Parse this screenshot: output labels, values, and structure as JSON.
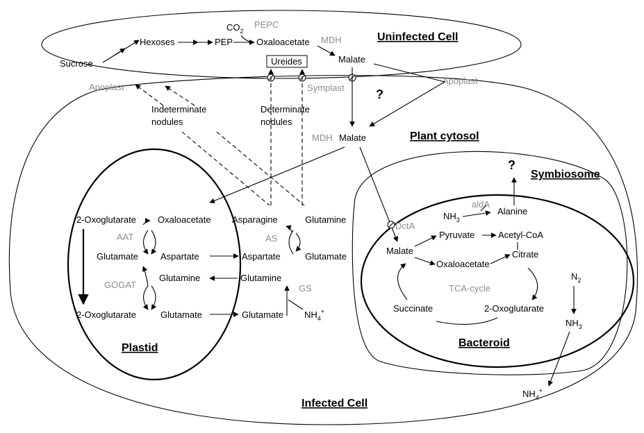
{
  "titles": {
    "uninfected_cell": "Uninfected Cell",
    "plant_cytosol": "Plant cytosol",
    "symbiosome": "Symbiosome",
    "bacteroid": "Bacteroid",
    "plastid": "Plastid",
    "infected_cell": "Infected Cell"
  },
  "uninfected": {
    "sucrose": "Sucrose",
    "hexoses": "Hexoses",
    "pep": "PEP",
    "co2_main": "CO",
    "co2_sub": "2",
    "pepc": "PEPC",
    "oxaloacetate": "Oxaloacetate",
    "mdh": "MDH",
    "malate": "Malate",
    "ureides": "Ureides"
  },
  "transport": {
    "apoplast_left": "Apoplast",
    "apoplast_right": "Apoplast",
    "symplast": "Symplast",
    "indeterminate_1": "Indeterminate",
    "indeterminate_2": "nodules",
    "determinate_1": "Determinate",
    "determinate_2": "nodules",
    "question_1": "?",
    "question_2": "?"
  },
  "cytosol": {
    "mdh": "MDH",
    "malate": "Malate",
    "asparagine": "Asparagine",
    "glutamine_top": "Glutamine",
    "as": "AS",
    "aspartate": "Aspartate",
    "glutamate_right": "Glutamate",
    "glutamine_mid": "Glutamine",
    "gs": "GS",
    "glutamate_bottom": "Glutamate",
    "nh4_main": "NH",
    "nh4_sub": "4",
    "nh4_sup": "+"
  },
  "plastid": {
    "oxoglutarate_top": "2-Oxoglutarate",
    "oxaloacetate": "Oxaloacetate",
    "aat": "AAT",
    "glutamate_left": "Glutamate",
    "aspartate": "Aspartate",
    "gogat": "GOGAT",
    "glutamine": "Glutamine",
    "oxoglutarate_bottom": "2-Oxoglutarate",
    "glutamate_bottom": "Glutamate"
  },
  "bacteroid": {
    "dcta": "DctA",
    "malate": "Malate",
    "nh3_main": "NH",
    "nh3_sub": "3",
    "alda": "aldA",
    "alanine": "Alanine",
    "pyruvate": "Pyruvate",
    "acetyl_coa": "Acetyl-CoA",
    "oxaloacetate": "Oxaloacetate",
    "citrate": "Citrate",
    "tca": "TCA-cycle",
    "succinate": "Succinate",
    "oxoglutarate": "2-Oxoglutarate",
    "n2_main": "N",
    "n2_sub": "2",
    "nh3b_main": "NH",
    "nh3b_sub": "3",
    "nh4_main": "NH",
    "nh4_sub": "4",
    "nh4_sup": "+"
  }
}
